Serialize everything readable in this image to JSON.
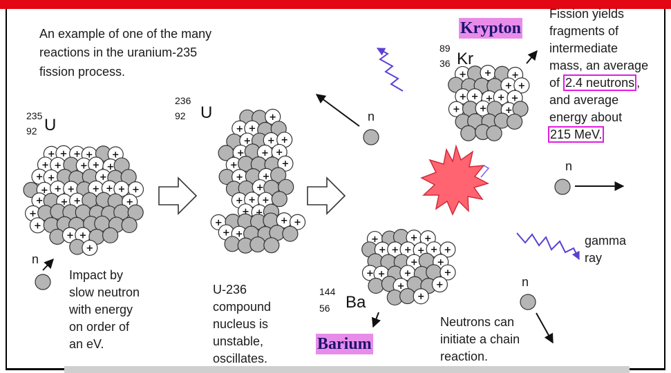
{
  "intro": {
    "line1": "An example of one of the many",
    "line2": "reactions in the uranium-235",
    "line3": "fission process."
  },
  "u235": {
    "mass": "235",
    "atomic": "92",
    "symbol": "U"
  },
  "u236": {
    "mass": "236",
    "atomic": "92",
    "symbol": "U"
  },
  "kr": {
    "mass": "89",
    "atomic": "36",
    "symbol": "Kr"
  },
  "ba": {
    "mass": "144",
    "atomic": "56",
    "symbol": "Ba"
  },
  "neutron_symbol": "n",
  "impact_text": {
    "l1": "Impact by",
    "l2": "slow neutron",
    "l3": "with energy",
    "l4": "on order of",
    "l5": "an eV."
  },
  "compound_text": {
    "l1": "U-236",
    "l2": "compound",
    "l3": "nucleus is",
    "l4": "unstable,",
    "l5": "oscillates."
  },
  "fission_text": {
    "l1": "Fission yields",
    "l2": "fragments of",
    "l3": "intermediate",
    "l4": "mass, an average",
    "l5_pre": "of ",
    "l5_hl": "2.4 neutrons",
    "l5_post": ",",
    "l6": "and average",
    "l7": "energy about",
    "l8_hl": "215 MeV."
  },
  "gamma_text": {
    "l1": "gamma",
    "l2": "ray"
  },
  "chain_text": {
    "l1": "Neutrons can",
    "l2": "initiate a chain",
    "l3": "reaction."
  },
  "labels": {
    "krypton": "Krypton",
    "barium": "Barium"
  },
  "colors": {
    "top_bar": "#e30613",
    "highlight": "#e11be1",
    "label_bg": "#e98ce9",
    "label_text": "#1d1470",
    "gamma": "#5b3fd6",
    "flash": "#ff5f6e",
    "neutron": "#b5b5b5"
  }
}
